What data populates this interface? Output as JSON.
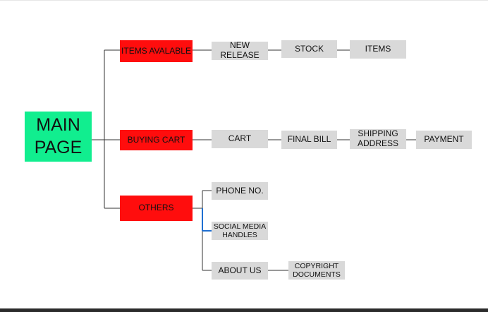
{
  "diagram": {
    "root": {
      "label": "MAIN\nPAGE"
    },
    "categories": [
      {
        "label": "ITEMS AVALABLE",
        "children": [
          {
            "label": "NEW RELEASE"
          },
          {
            "label": "STOCK"
          },
          {
            "label": "ITEMS"
          }
        ]
      },
      {
        "label": "BUYING CART",
        "children": [
          {
            "label": "CART"
          },
          {
            "label": "FINAL BILL"
          },
          {
            "label": "SHIPPING\nADDRESS"
          },
          {
            "label": "PAYMENT"
          }
        ]
      },
      {
        "label": "OTHERS",
        "children": [
          {
            "label": "PHONE NO."
          },
          {
            "label": "SOCIAL MEDIA\nHANDLES"
          },
          {
            "label": "ABOUT US"
          },
          {
            "label": "COPYRIGHT\nDOCUMENTS"
          }
        ]
      }
    ]
  },
  "colors": {
    "root_fill": "#11ee8f",
    "category_fill": "#ff0d0d",
    "leaf_fill": "#d9d9d9",
    "connector": "#333333",
    "highlight_connector": "#1f6fd1"
  }
}
